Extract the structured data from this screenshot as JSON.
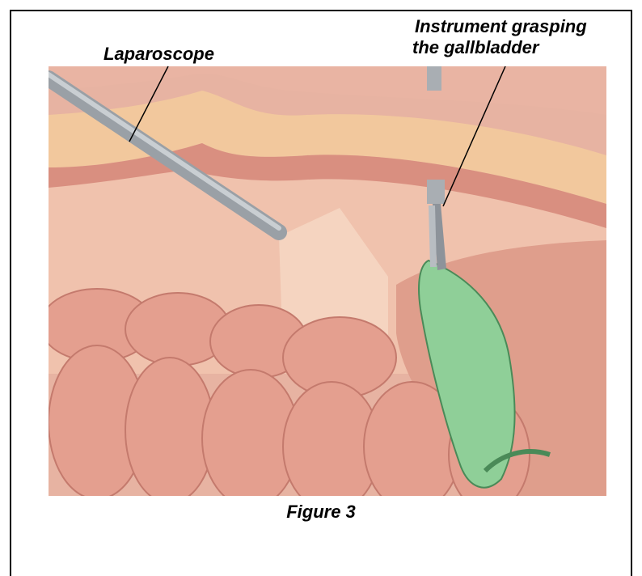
{
  "labels": {
    "laparoscope": "Laparoscope",
    "instrument_line1": "Instrument grasping",
    "instrument_line2": "the gallbladder"
  },
  "caption": "Figure 3",
  "colors": {
    "tissue": "#e8ab98",
    "wall_fat": "#f2c69a",
    "skin": "#e9b9a6",
    "intestine": "#e3a090",
    "gallbladder": "#8dcc96",
    "instrument": "#a9aeb3"
  }
}
